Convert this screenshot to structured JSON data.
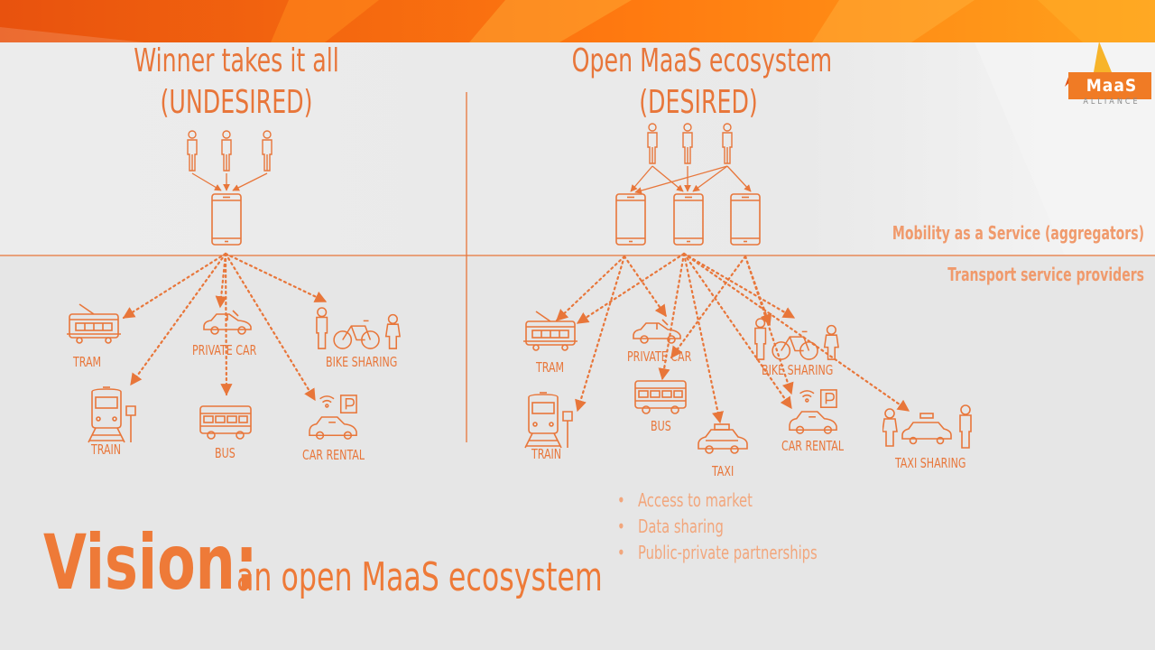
{
  "left_panel": {
    "title_line1": "Winner takes it all",
    "title_line2": "(UNDESIRED)",
    "modes": [
      "TRAM",
      "PRIVATE CAR",
      "BIKE SHARING",
      "TRAIN",
      "BUS",
      "CAR RENTAL"
    ]
  },
  "right_panel": {
    "title_line1": "Open MaaS ecosystem",
    "title_line2": "(DESIRED)",
    "modes": [
      "TRAM",
      "PRIVATE CAR",
      "BIKE SHARING",
      "TRAIN",
      "BUS",
      "CAR RENTAL",
      "TAXI",
      "TAXI SHARING"
    ]
  },
  "layers": {
    "upper": "Mobility as a Service (aggregators)",
    "lower": "Transport service providers"
  },
  "bullets": [
    "Access to market",
    "Data sharing",
    "Public-private partnerships"
  ],
  "vision": {
    "word": "Vision:",
    "subtitle": "an open MaaS ecosystem"
  },
  "logo": {
    "name": "MaaS",
    "sub": "ALLIANCE"
  },
  "colors": {
    "accent": "#ee7a38",
    "banner_dark": "#e8520e",
    "banner_light": "#ffa01c",
    "background": "#e6e6e6",
    "layer_text": "#f09a6c"
  }
}
